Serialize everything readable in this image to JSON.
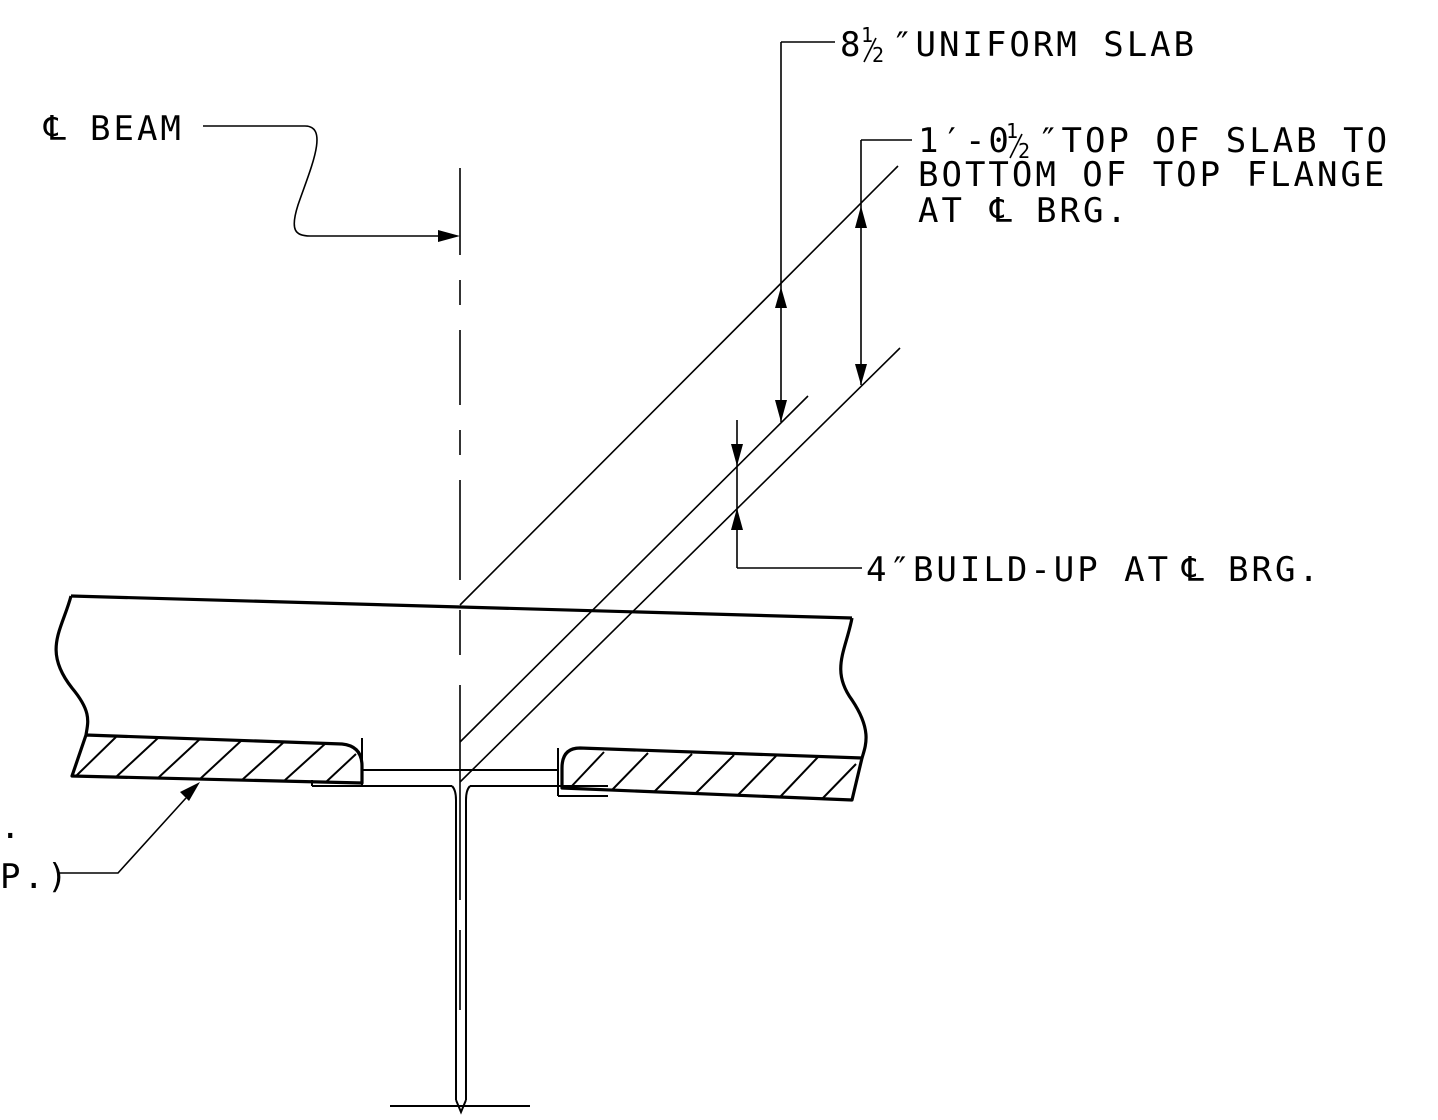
{
  "diagram": {
    "labels": {
      "centerline_symbol": "℄",
      "beam": "BEAM",
      "uniform_slab_whole": "8",
      "uniform_slab_num": "1",
      "uniform_slab_den": "2",
      "uniform_slab_rest": "″UNIFORM SLAB",
      "top_whole": "1′-0",
      "top_num": "1",
      "top_den": "2",
      "top_rest": "″TOP OF SLAB TO",
      "top_line2": "BOTTOM OF TOP FLANGE",
      "top_line3_pre": "AT",
      "top_line3_post": "BRG.",
      "buildup_pre": "4″BUILD-UP AT",
      "buildup_post": "BRG.",
      "left_partial_1": ".",
      "left_partial_2": "P.)"
    }
  }
}
